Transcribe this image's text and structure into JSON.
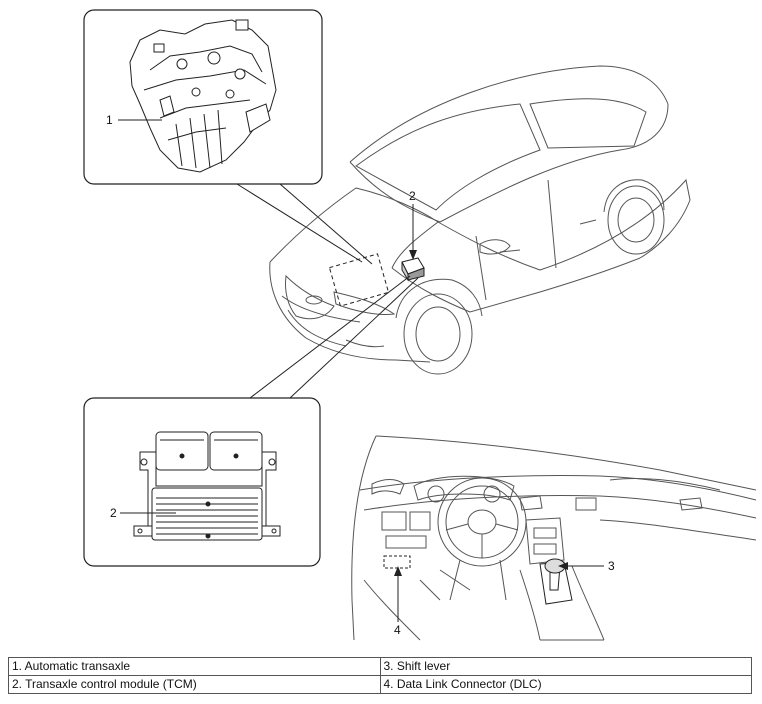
{
  "callouts": {
    "c1": "1",
    "c2_top": "2",
    "c2_module": "2",
    "c3": "3",
    "c4": "4"
  },
  "legend": {
    "rows": [
      [
        "1. Automatic transaxle",
        "3. Shift lever"
      ],
      [
        "2. Transaxle control module (TCM)",
        "4. Data Link Connector (DLC)"
      ]
    ]
  }
}
